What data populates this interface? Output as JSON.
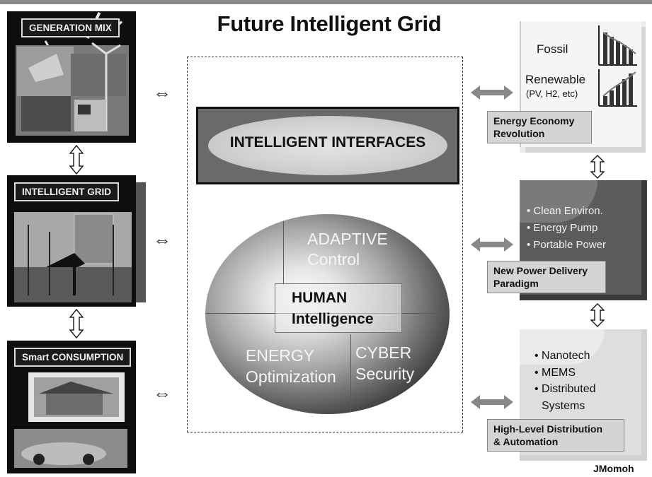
{
  "title": "Future Intelligent Grid",
  "left_panels": {
    "generation": "GENERATION MIX",
    "grid": "INTELLIGENT GRID",
    "consumption": "Smart CONSUMPTION"
  },
  "center": {
    "interfaces": "INTELLIGENT INTERFACES",
    "adaptive": "ADAPTIVE",
    "control": "Control",
    "human": "HUMAN",
    "intelligence": "Intelligence",
    "energy": "ENERGY",
    "optimization": "Optimization",
    "cyber": "CYBER",
    "security": "Security"
  },
  "right_panels": {
    "energy_economy": {
      "fossil": "Fossil",
      "renewable": "Renewable",
      "renewable_note": "(PV, H2, etc)",
      "label_line1": "Energy Economy",
      "label_line2": "Revolution"
    },
    "power_delivery": {
      "bullets": [
        "Clean Environ.",
        "Energy Pump",
        "Portable Power"
      ],
      "label_line1": "New Power Delivery",
      "label_line2": "Paradigm"
    },
    "distribution": {
      "bullets": [
        "Nanotech",
        "MEMS",
        "Distributed",
        "Systems"
      ],
      "label_line1": "High-Level Distribution",
      "label_line2": "& Automation"
    }
  },
  "credit": "JMomoh",
  "arrow_glyph": "⇔"
}
